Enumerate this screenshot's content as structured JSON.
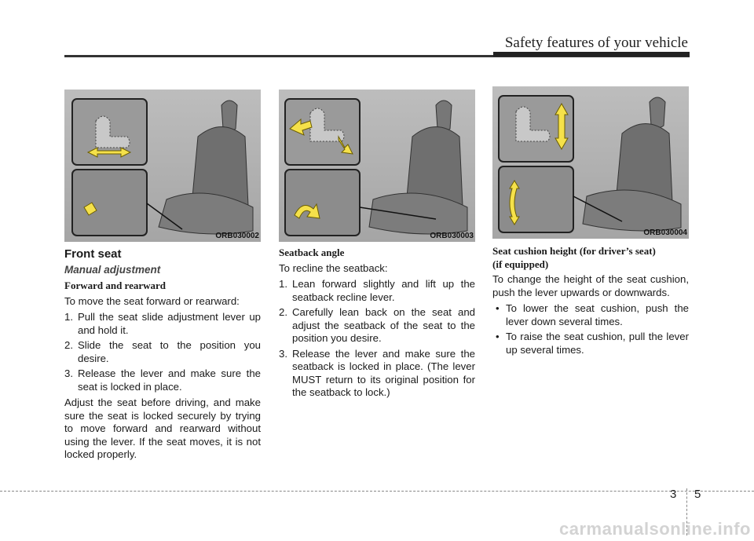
{
  "header": {
    "title": "Safety features of your vehicle"
  },
  "figures": [
    {
      "code": "ORB030002"
    },
    {
      "code": "ORB030003"
    },
    {
      "code": "ORB030004"
    }
  ],
  "col1": {
    "section_title": "Front seat",
    "sub_title": "Manual adjustment",
    "heading": "Forward and rearward",
    "intro": "To move the seat forward or rearward:",
    "steps": [
      {
        "num": "1.",
        "text": "Pull the seat slide adjustment lever up and hold it."
      },
      {
        "num": "2.",
        "text": "Slide the seat to the position you desire."
      },
      {
        "num": "3.",
        "text": "Release the lever and make sure the seat is locked in place."
      }
    ],
    "note": "Adjust the seat before driving, and make sure the seat is locked securely by trying to move forward and rearward without using the lever. If the seat moves, it is not locked properly."
  },
  "col2": {
    "heading": "Seatback angle",
    "intro": "To recline the seatback:",
    "steps": [
      {
        "num": "1.",
        "text": "Lean forward slightly and lift up the seatback recline lever."
      },
      {
        "num": "2.",
        "text": "Carefully lean back on the seat and adjust the seatback of the seat to the position you desire."
      },
      {
        "num": "3.",
        "text": "Release the lever and make sure the seatback is locked in place. (The lever MUST return to its original position for the seatback to lock.)"
      }
    ]
  },
  "col3": {
    "heading_line1": "Seat cushion height (for driver’s seat)",
    "heading_line2": "(if equipped)",
    "intro": "To change the height of the seat cushion, push the lever upwards or downwards.",
    "bullets": [
      {
        "mark": "•",
        "text": "To lower the seat cushion, push the lever down several times."
      },
      {
        "mark": "•",
        "text": "To raise the seat cushion, pull the lever up several times."
      }
    ]
  },
  "footer": {
    "chapter": "3",
    "page": "5"
  },
  "watermark": "carmanualsonline.info",
  "colors": {
    "arrow": "#f5e14a",
    "figure_bg": "#b3b3b3"
  }
}
